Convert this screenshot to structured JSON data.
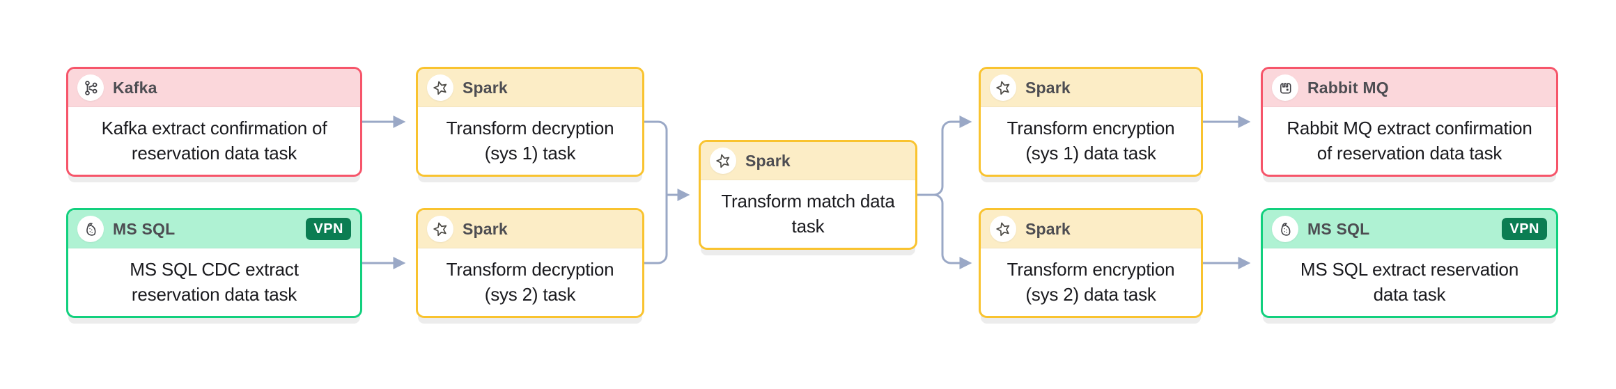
{
  "diagram": {
    "background": "#ffffff",
    "connector_color": "#9aa8c6",
    "shadow_color": "#ececec"
  },
  "themes": {
    "red": {
      "border": "#f6556a",
      "header_bg": "#fbd7db"
    },
    "green": {
      "border": "#12d07e",
      "header_bg": "#aff2d3",
      "badge_bg": "#0b7d52"
    },
    "yellow": {
      "border": "#f9c32f",
      "header_bg": "#fcedc6"
    }
  },
  "nodes": [
    {
      "id": "kafka-extract-confirmation",
      "type_label": "Kafka",
      "icon": "kafka-icon",
      "theme": "red",
      "title": "Kafka extract confirmation of\nreservation data task"
    },
    {
      "id": "mssql-cdc-extract",
      "type_label": "MS SQL",
      "icon": "mssql-icon",
      "theme": "green",
      "badge": "VPN",
      "title": "MS SQL CDC extract\nreservation data task"
    },
    {
      "id": "transform-decryption-sys1",
      "type_label": "Spark",
      "icon": "spark-icon",
      "theme": "yellow",
      "title": "Transform decryption\n(sys 1) task"
    },
    {
      "id": "transform-decryption-sys2",
      "type_label": "Spark",
      "icon": "spark-icon",
      "theme": "yellow",
      "title": "Transform decryption\n(sys 2) task"
    },
    {
      "id": "transform-match",
      "type_label": "Spark",
      "icon": "spark-icon",
      "theme": "yellow",
      "title": "Transform match data\ntask"
    },
    {
      "id": "transform-encryption-sys1",
      "type_label": "Spark",
      "icon": "spark-icon",
      "theme": "yellow",
      "title": "Transform encryption\n(sys 1) data task"
    },
    {
      "id": "transform-encryption-sys2",
      "type_label": "Spark",
      "icon": "spark-icon",
      "theme": "yellow",
      "title": "Transform encryption\n(sys 2) data task"
    },
    {
      "id": "rabbitmq-extract-confirmation",
      "type_label": "Rabbit MQ",
      "icon": "rabbitmq-icon",
      "theme": "red",
      "title": "Rabbit MQ extract confirmation\nof reservation data task"
    },
    {
      "id": "mssql-extract",
      "type_label": "MS SQL",
      "icon": "mssql-icon",
      "theme": "green",
      "badge": "VPN",
      "title": "MS SQL extract reservation\ndata task"
    }
  ],
  "edges": [
    {
      "from": "kafka-extract-confirmation",
      "to": "transform-decryption-sys1"
    },
    {
      "from": "mssql-cdc-extract",
      "to": "transform-decryption-sys2"
    },
    {
      "from": "transform-decryption-sys1",
      "to": "transform-match"
    },
    {
      "from": "transform-decryption-sys2",
      "to": "transform-match"
    },
    {
      "from": "transform-match",
      "to": "transform-encryption-sys1"
    },
    {
      "from": "transform-match",
      "to": "transform-encryption-sys2"
    },
    {
      "from": "transform-encryption-sys1",
      "to": "rabbitmq-extract-confirmation"
    },
    {
      "from": "transform-encryption-sys2",
      "to": "mssql-extract"
    }
  ]
}
